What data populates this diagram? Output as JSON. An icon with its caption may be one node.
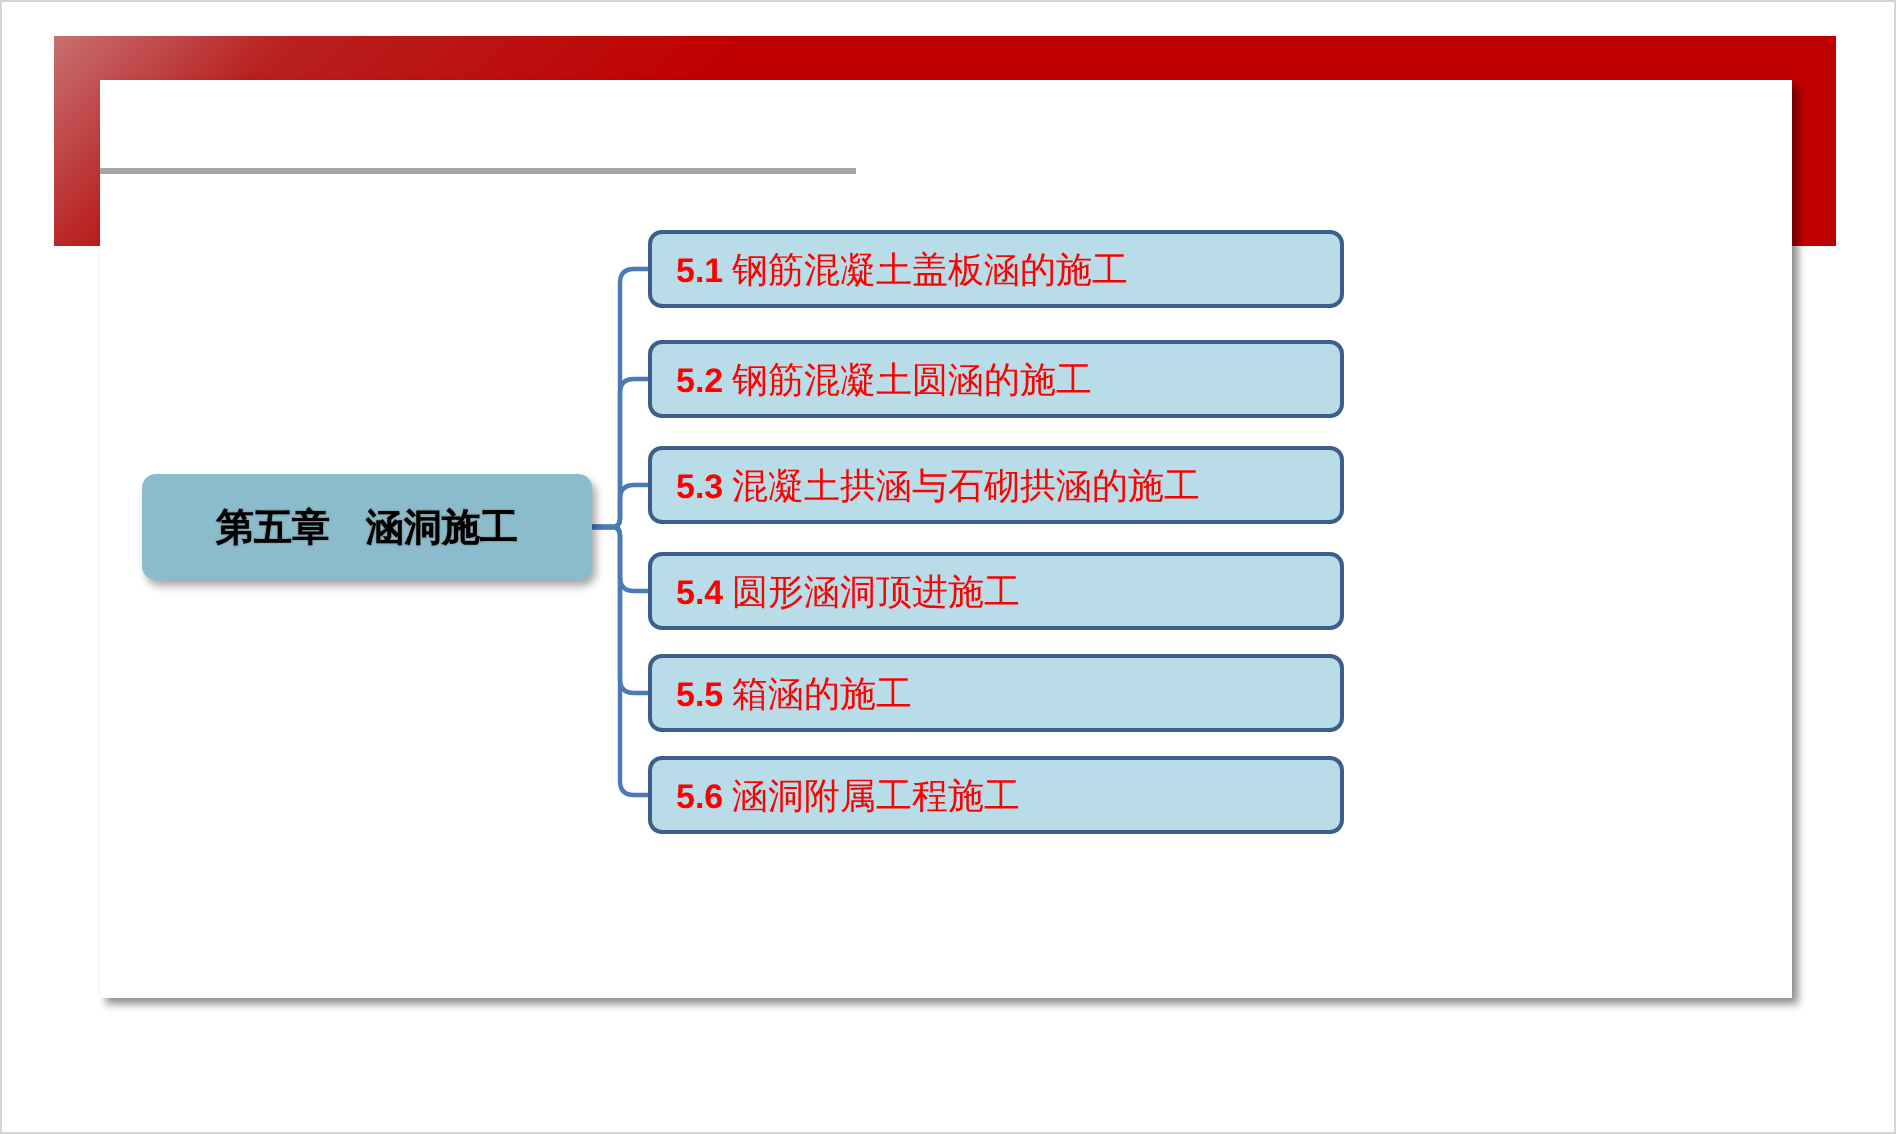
{
  "diagram": {
    "nodes": [
      {
        "text": [
          "第五章 涵洞施工"
        ]
      },
      {
        "text": [
          "**5.1** 钢筋混凝土盖板涵的施工"
        ]
      },
      {
        "text": [
          "**5.2** 钢筋混凝土圆涵的施工"
        ]
      },
      {
        "text": [
          "**5.3** 混凝土拱涵与石砌拱涵的施工"
        ]
      },
      {
        "text": [
          "**5.4** 圆形涵洞顶进施工"
        ]
      },
      {
        "text": [
          "**5.5** 箱涵的施工"
        ]
      },
      {
        "text": [
          "**5.6** 涵洞附属工程施工"
        ]
      }
    ],
    "edges": [
      {
        "from": 0,
        "to": 1,
        "arrow": "none"
      },
      {
        "from": 0,
        "to": 2,
        "arrow": "none"
      },
      {
        "from": 0,
        "to": 3,
        "arrow": "none"
      },
      {
        "from": 0,
        "to": 4,
        "arrow": "none"
      },
      {
        "from": 0,
        "to": 5,
        "arrow": "none"
      },
      {
        "from": 0,
        "to": 6,
        "arrow": "none"
      }
    ]
  }
}
